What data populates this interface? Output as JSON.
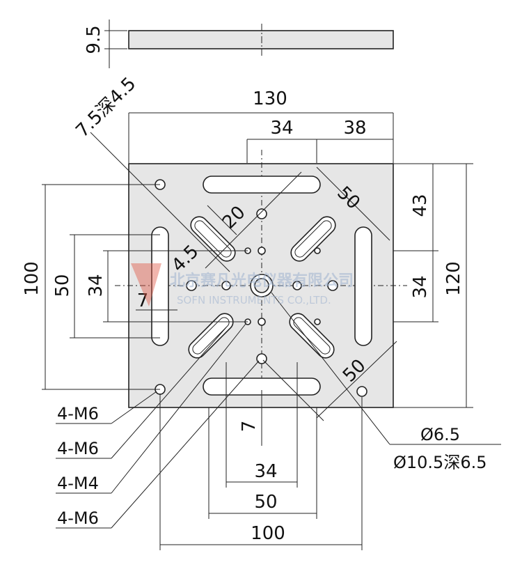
{
  "colors": {
    "plate": "#e6e6e6",
    "line": "#222222",
    "watermark": "#9fb3cf",
    "logo": "#e05a4a"
  },
  "dimensions": {
    "thickness": "9.5",
    "width": "130",
    "top_34": "34",
    "top_38": "38",
    "right_43": "43",
    "right_34": "34",
    "right_120": "120",
    "left_100": "100",
    "left_50": "50",
    "left_34": "34",
    "left_7": "7",
    "bottom_7": "7",
    "bottom_34": "34",
    "bottom_50": "50",
    "bottom_100": "100",
    "diag_50_top": "50",
    "diag_50_bottom": "50",
    "diag_20": "20",
    "diag_4_5": "4.5",
    "counterbore_top": "7.5深4.5"
  },
  "callouts": {
    "m6_a": "4-M6",
    "m6_b": "4-M6",
    "m4": "4-M4",
    "m6_c": "4-M6",
    "hole_dia": "Ø6.5",
    "counterbore": "Ø10.5深6.5"
  },
  "watermark": {
    "cn": "北京赛凡光电仪器有限公司",
    "en": "SOFN INSTRUMENTS CO.,LTD."
  }
}
